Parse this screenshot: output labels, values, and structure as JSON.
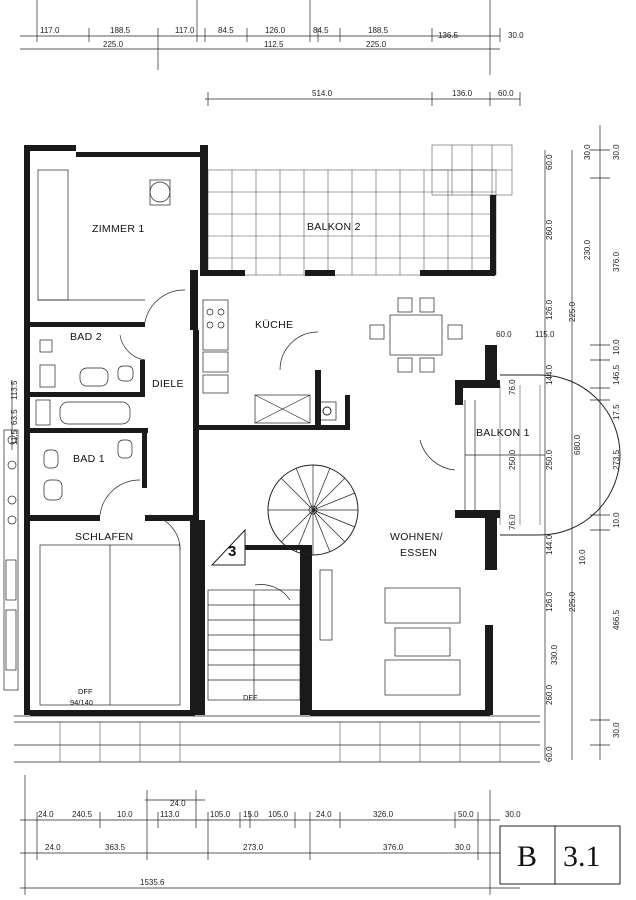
{
  "rooms": {
    "zimmer1": "ZIMMER 1",
    "balkon2": "BALKON 2",
    "kueche": "KÜCHE",
    "bad2": "BAD 2",
    "diele": "DIELE",
    "bad1": "BAD 1",
    "balkon1": "BALKON 1",
    "wohnen_line1": "WOHNEN/",
    "wohnen_line2": "ESSEN",
    "schlafen": "SCHLAFEN"
  },
  "stair_number": "3",
  "notes": {
    "dff_left": "DFF",
    "dff_left_size": "94/140",
    "dff_stair": "DFF"
  },
  "sheet_id": {
    "letter": "B",
    "number": "3.1"
  },
  "dims_top": {
    "row1": [
      "117.0",
      "188.5",
      "117.0",
      "84.5",
      "126.0",
      "84.5",
      "188.5",
      "136.5",
      "30.0"
    ],
    "row2": [
      "225.0",
      "112.5",
      "225.0"
    ],
    "row3": [
      "514.0",
      "136.0",
      "60.0"
    ]
  },
  "dims_right": {
    "outer": [
      "30.0",
      "376.0",
      "10.0",
      "146.5",
      "17.5",
      "273.5",
      "10.0",
      "466.5",
      "30.0"
    ],
    "mid": [
      "30.0",
      "230.0",
      "225.0",
      "680.0",
      "10.0",
      "225.0"
    ],
    "inner": [
      "60.0",
      "260.0",
      "126.0",
      "60.0",
      "115.0",
      "144.0",
      "76.0",
      "250.0",
      "250.0",
      "76.0",
      "144.0",
      "126.0",
      "330.0",
      "260.0",
      "60.0"
    ]
  },
  "dims_left": [
    "113.5",
    "63.5",
    "11.5"
  ],
  "dims_bottom": {
    "row1": [
      "24.0"
    ],
    "row2": [
      "24.0",
      "240.5",
      "10.0",
      "113.0",
      "105.0",
      "15.0",
      "105.0",
      "24.0",
      "326.0",
      "50.0",
      "30.0"
    ],
    "row3": [
      "24.0",
      "363.5",
      "273.0",
      "376.0",
      "30.0"
    ],
    "total": "1535.6"
  }
}
